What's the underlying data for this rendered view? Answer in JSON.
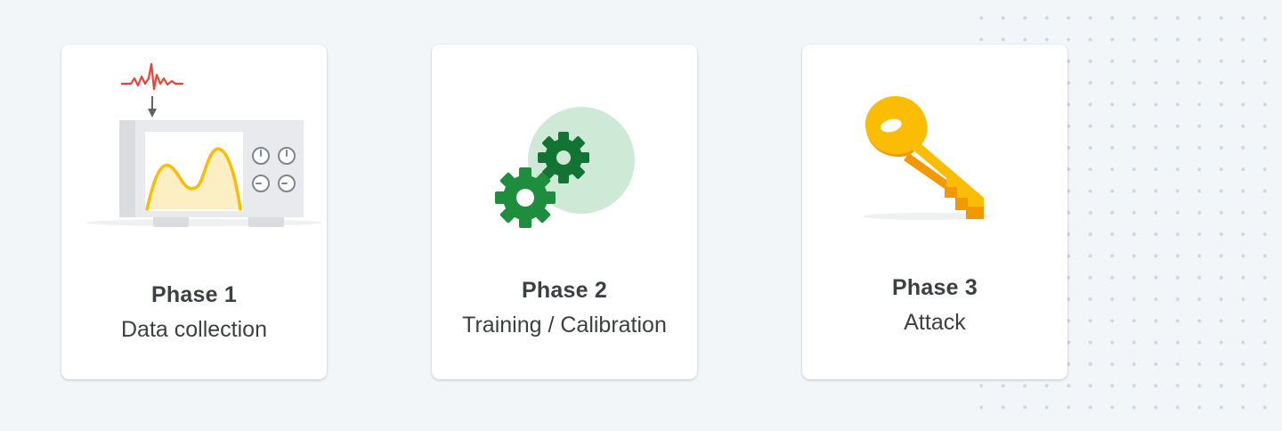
{
  "phases": [
    {
      "title": "Phase 1",
      "subtitle": "Data collection",
      "icon": "oscilloscope-icon",
      "colors": {
        "signal": "#ea4335",
        "wave": "#fbbc04",
        "wave_fill": "#fcefc4",
        "device": "#e8eaed"
      }
    },
    {
      "title": "Phase 2",
      "subtitle": "Training / Calibration",
      "icon": "gears-icon",
      "colors": {
        "gear": "#1e8e3e",
        "gear_dark": "#137333",
        "circle": "#ceead6"
      }
    },
    {
      "title": "Phase 3",
      "subtitle": "Attack",
      "icon": "key-icon",
      "colors": {
        "key": "#fbbc04",
        "key_shadow": "#f29900"
      }
    }
  ]
}
